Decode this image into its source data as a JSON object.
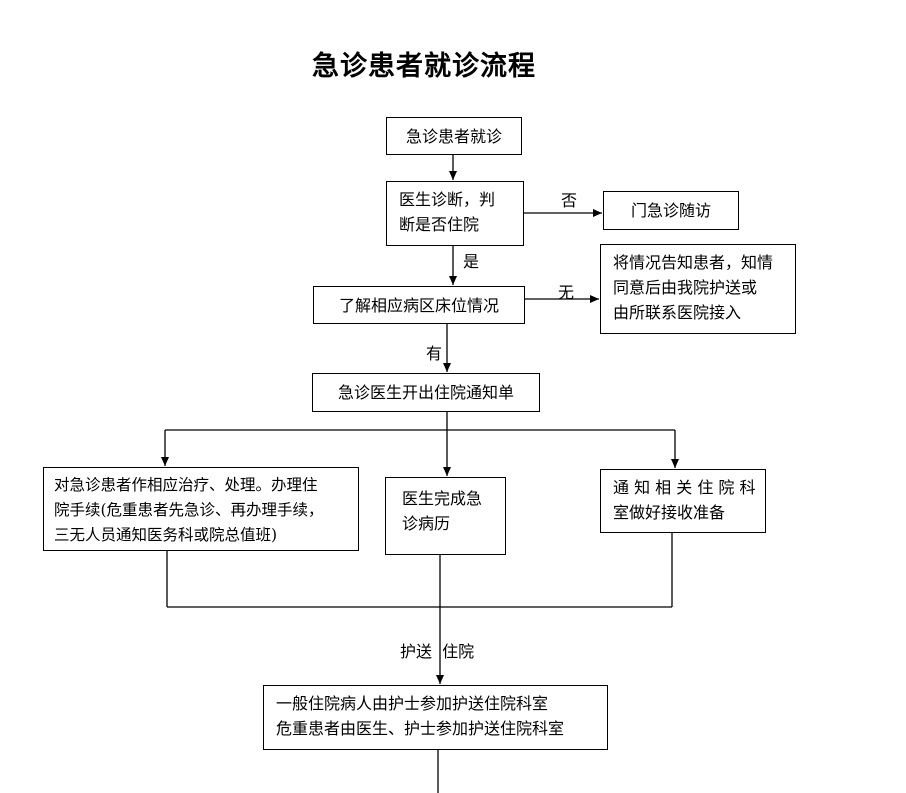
{
  "title": "急诊患者就诊流程",
  "nodes": {
    "start": "急诊患者就诊",
    "diagnosis": [
      "医生诊断，判",
      "断是否住院"
    ],
    "outpatient_followup": "门急诊随访",
    "bed_check": "了解相应病区床位情况",
    "no_bed_notice": [
      "将情况告知患者，知情",
      "同意后由我院护送或",
      "由所联系医院接入"
    ],
    "admission_notice": "急诊医生开出住院通知单",
    "treatment": [
      "对急诊患者作相应治疗、处理。办理住",
      "院手续(危重患者先急诊、再办理手续，",
      "三无人员通知医务科或院总值班)"
    ],
    "record": [
      "医生完成急",
      "诊病历"
    ],
    "notify_ward": [
      "通 知 相 关 住 院 科",
      "室做好接收准备"
    ],
    "escort": [
      "一般住院病人由护士参加护送住院科室",
      "危重患者由医生、护士参加护送住院科室"
    ]
  },
  "edge_labels": {
    "no": "否",
    "yes": "是",
    "none": "无",
    "have": "有",
    "escort_admit": "护送  住院"
  }
}
